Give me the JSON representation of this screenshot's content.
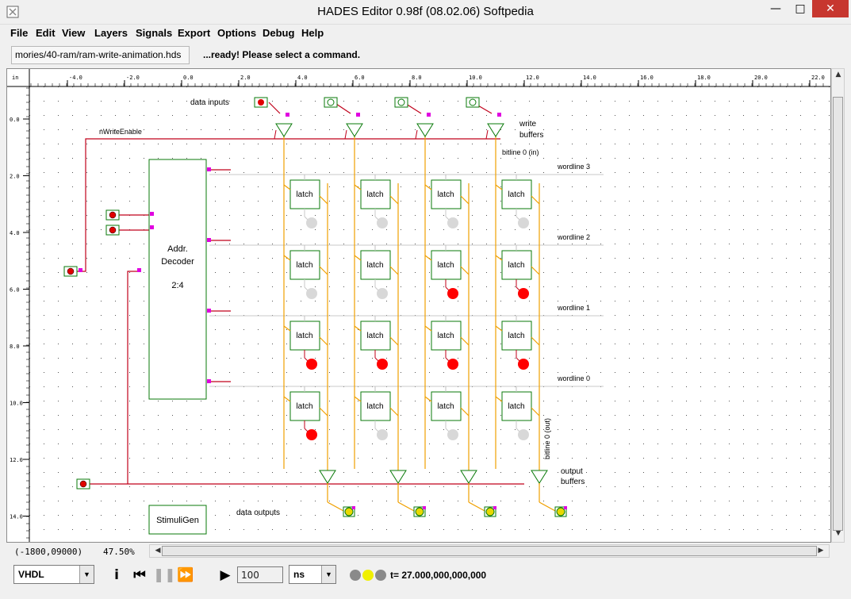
{
  "window": {
    "title": "HADES Editor 0.98f (08.02.06)   Softpedia"
  },
  "menu": [
    "File",
    "Edit",
    "View",
    "Layers",
    "Signals",
    "Export",
    "Options",
    "Debug",
    "Help"
  ],
  "file_path": "mories/40-ram/ram-write-animation.hds",
  "status": "...ready! Please select a command.",
  "ruler": {
    "unit": "in",
    "x_ticks": [
      "-4.0",
      "-2.0",
      "0.0",
      "2.0",
      "4.0",
      "6.0",
      "8.0",
      "10.0",
      "12.0",
      "14.0",
      "16.0",
      "18.0",
      "20.0",
      "22.0"
    ],
    "y_ticks": [
      "0.0",
      "2.0",
      "4.0",
      "6.0",
      "8.0",
      "10.0",
      "12.0",
      "14.0"
    ]
  },
  "schematic": {
    "labels": {
      "data_inputs": "data inputs",
      "write_buffers_1": "write",
      "write_buffers_2": "buffers",
      "bitline_in": "bitline 0 (in)",
      "bitline_out": "bitline 0 (out)",
      "nwrite": "nWriteEnable",
      "wordline3": "wordline 3",
      "wordline2": "wordline 2",
      "wordline1": "wordline 1",
      "wordline0": "wordline 0",
      "output_buffers_1": "output",
      "output_buffers_2": "buffers",
      "data_outputs": "data outputs",
      "decoder_1": "Addr.",
      "decoder_2": "Decoder",
      "decoder_3": "2:4",
      "stimuli": "StimuliGen",
      "latch": "latch"
    },
    "latch_outputs_active": [
      [
        false,
        false,
        false,
        false
      ],
      [
        false,
        false,
        true,
        true
      ],
      [
        true,
        true,
        true,
        true
      ],
      [
        true,
        false,
        false,
        false
      ]
    ],
    "colors": {
      "wire_red": "#c0001a",
      "wire_orange": "#f0a000",
      "component_green": "#0a7a0a",
      "pin_magenta": "#e000e0",
      "led_on": "#ff0000",
      "led_off": "#d8d8d8",
      "output_led": "#e8d800"
    }
  },
  "bottom": {
    "coords": "(-1800,09000)",
    "zoom": "47.50%"
  },
  "toolbar": {
    "language": "VHDL",
    "duration": "100",
    "unit": "ns",
    "sim_time": "t= 27.000,000,000,000",
    "leds": [
      "#8a8a8a",
      "#f0f000",
      "#8a8a8a"
    ]
  }
}
